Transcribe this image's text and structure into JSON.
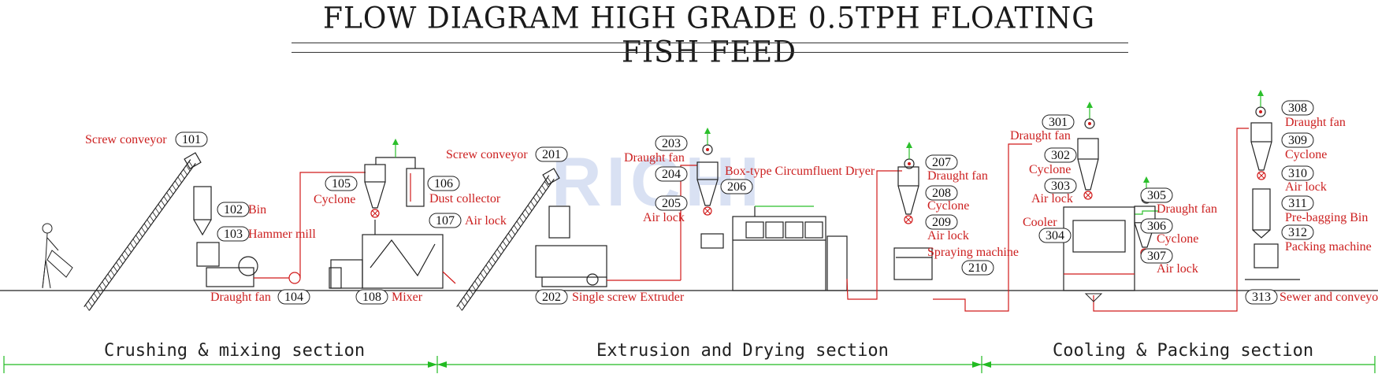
{
  "title": "FLOW DIAGRAM HIGH GRADE 0.5TPH FLOATING FISH FEED",
  "watermark": "RICHI",
  "colors": {
    "label": "#cc1f1f",
    "line": "#222222",
    "pipe": "#d11a1a",
    "dim": "#22bb22",
    "arrow": "#2bbf2b"
  },
  "sections": [
    {
      "label": "Crushing & mixing section"
    },
    {
      "label": "Extrusion and Drying section"
    },
    {
      "label": "Cooling & Packing section"
    }
  ],
  "items": [
    {
      "num": "101",
      "name": "Screw conveyor"
    },
    {
      "num": "102",
      "name": "Bin"
    },
    {
      "num": "103",
      "name": "Hammer mill"
    },
    {
      "num": "104",
      "name": "Draught fan"
    },
    {
      "num": "105",
      "name": "Cyclone"
    },
    {
      "num": "106",
      "name": "Dust collector"
    },
    {
      "num": "107",
      "name": "Air lock"
    },
    {
      "num": "108",
      "name": "Mixer"
    },
    {
      "num": "201",
      "name": "Screw conveyor"
    },
    {
      "num": "202",
      "name": "Single screw Extruder"
    },
    {
      "num": "203",
      "name": "Draught fan"
    },
    {
      "num": "204",
      "name": ""
    },
    {
      "num": "205",
      "name": "Air lock"
    },
    {
      "num": "206",
      "name": "Box-type Circumfluent Dryer"
    },
    {
      "num": "207",
      "name": "Draught fan"
    },
    {
      "num": "208",
      "name": "Cyclone"
    },
    {
      "num": "209",
      "name": "Air lock"
    },
    {
      "num": "210",
      "name": "Spraying machine"
    },
    {
      "num": "301",
      "name": "Draught fan"
    },
    {
      "num": "302",
      "name": "Cyclone"
    },
    {
      "num": "303",
      "name": "Air lock"
    },
    {
      "num": "304",
      "name": "Cooler"
    },
    {
      "num": "305",
      "name": "Draught fan"
    },
    {
      "num": "306",
      "name": "Cyclone"
    },
    {
      "num": "307",
      "name": "Air lock"
    },
    {
      "num": "308",
      "name": "Draught fan"
    },
    {
      "num": "309",
      "name": "Cyclone"
    },
    {
      "num": "310",
      "name": "Air lock"
    },
    {
      "num": "311",
      "name": "Pre-bagging Bin"
    },
    {
      "num": "312",
      "name": "Packing machine"
    },
    {
      "num": "313",
      "name": "Sewer and conveyor"
    }
  ]
}
